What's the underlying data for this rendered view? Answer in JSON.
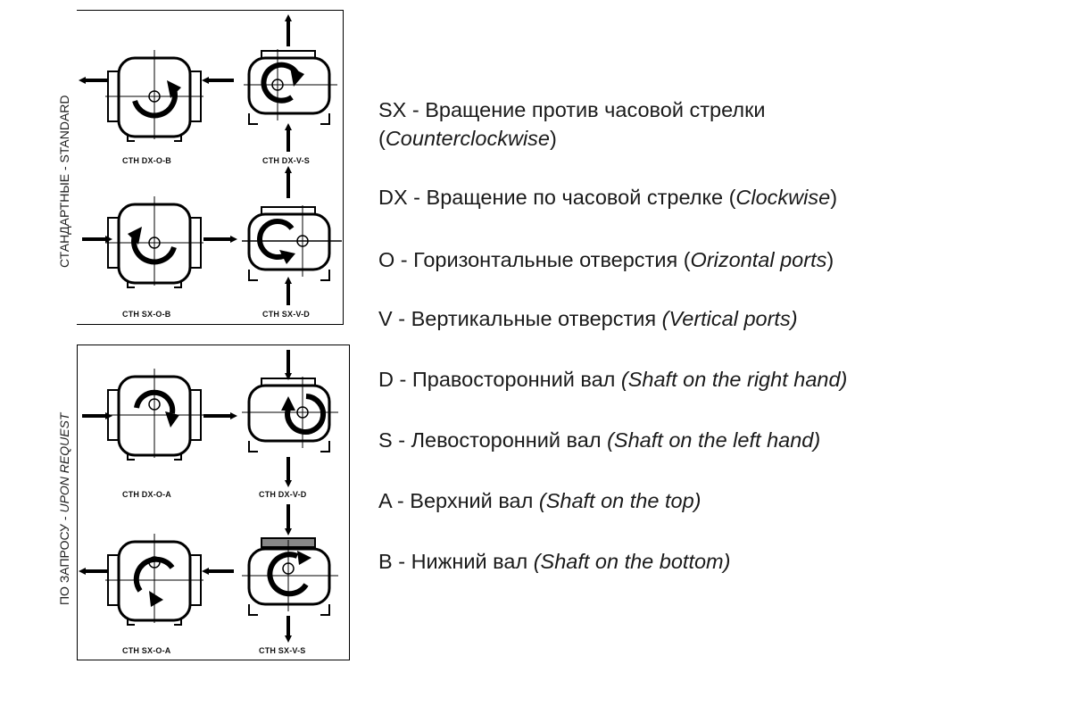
{
  "panels": {
    "standard": {
      "label_ru": "СТАНДАРТНЫЕ - ",
      "label_en": "STANDARD",
      "pumps": [
        {
          "caption": "CTH DX-O-B"
        },
        {
          "caption": "CTH DX-V-S"
        },
        {
          "caption": "CTH SX-O-B"
        },
        {
          "caption": "CTH SX-V-D"
        }
      ]
    },
    "request": {
      "label_ru": "ПО ЗАПРОСУ - ",
      "label_en": "UPON REQUEST",
      "pumps": [
        {
          "caption": "CTH DX-O-A"
        },
        {
          "caption": "CTH DX-V-D"
        },
        {
          "caption": "CTH SX-O-A"
        },
        {
          "caption": "CTH SX-V-S"
        }
      ]
    }
  },
  "legend": [
    {
      "code": "SX",
      "ru": " - Вращение против часовой стрелки",
      "en_pre": "(",
      "en": "Counterclockwise",
      "en_post": ")"
    },
    {
      "code": "DX",
      "ru": " - Вращение по часовой стрелке ",
      "en_pre": "(",
      "en": "Clockwise",
      "en_post": ")"
    },
    {
      "code": "O",
      "ru": " - Горизонтальные отверстия ",
      "en_pre": "(",
      "en": "Orizontal ports",
      "en_post": ")"
    },
    {
      "code": "V",
      "ru": " - Вертикальные отверстия ",
      "en_pre": "",
      "en": "(Vertical ports)",
      "en_post": ""
    },
    {
      "code": "D",
      "ru": " - Правосторонний вал ",
      "en_pre": "",
      "en": "(Shaft on the right hand)",
      "en_post": ""
    },
    {
      "code": "S",
      "ru": " - Левосторонний вал ",
      "en_pre": "",
      "en": "(Shaft on the left hand)",
      "en_post": ""
    },
    {
      "code": "A",
      "ru": " - Верхний вал ",
      "en_pre": "",
      "en": "(Shaft on the top)",
      "en_post": ""
    },
    {
      "code": "B",
      "ru": " - Нижний вал ",
      "en_pre": "",
      "en": "(Shaft on the bottom)",
      "en_post": ""
    }
  ]
}
